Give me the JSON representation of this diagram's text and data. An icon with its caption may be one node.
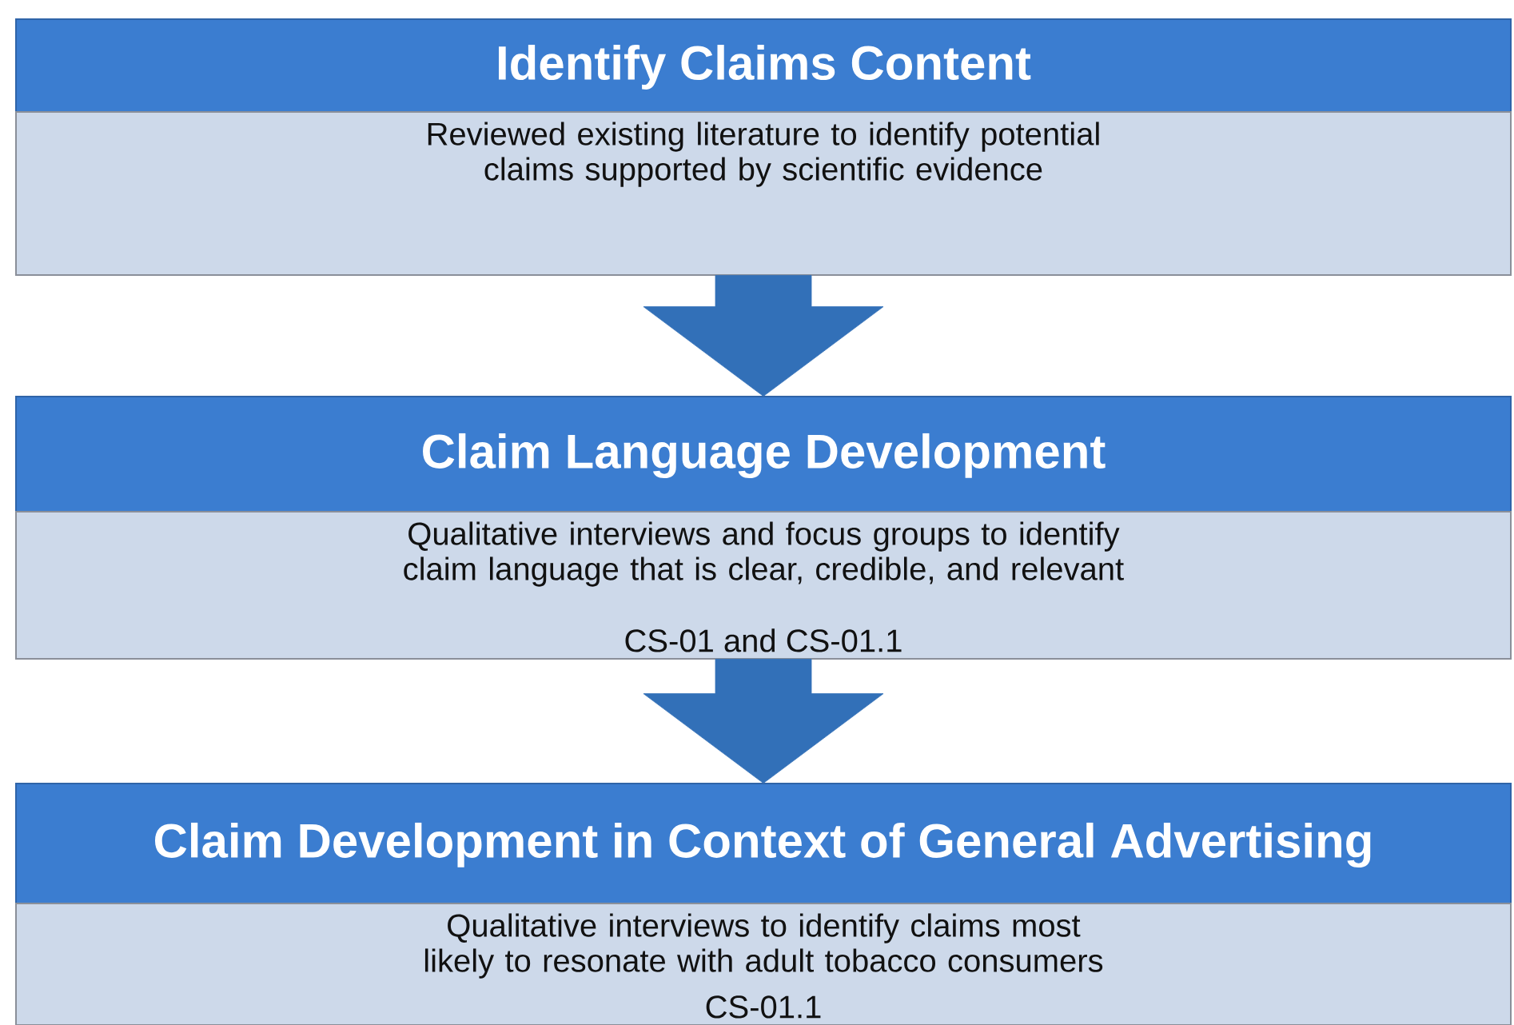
{
  "diagram": {
    "nodes": [
      {
        "text": [
          "Identify Claims Content",
          "Reviewed existing literature to identify potential claims supported by scientific evidence"
        ]
      },
      {
        "text": [
          "Claim Language Development",
          "Qualitative interviews  and focus groups to identify claim language that is clear, credible, and relevant",
          "CS-01 and CS-01.1"
        ]
      },
      {
        "text": [
          "Claim Development in Context of General Advertising",
          "Qualitative interviews to identify claims most likely to resonate with adult tobacco consumers",
          "CS-01.1"
        ]
      }
    ],
    "edges": [
      {
        "from": 0,
        "to": 1,
        "arrow": "to"
      },
      {
        "from": 1,
        "to": 2,
        "arrow": "to"
      }
    ]
  }
}
